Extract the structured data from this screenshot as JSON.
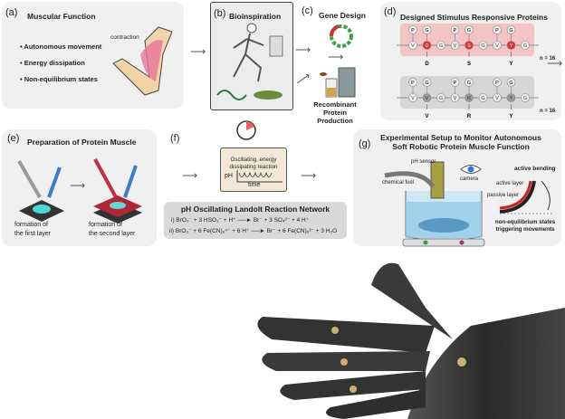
{
  "a": {
    "label": "(a)",
    "title": "Muscular Function",
    "bullets": [
      "• Autonomous movement",
      "• Energy  dissipation",
      "• Non-equilibrium states"
    ],
    "contraction": "contraction"
  },
  "b": {
    "label": "(b)",
    "title": "Bioinspiration"
  },
  "c": {
    "label": "(c)",
    "title": "Gene Design",
    "production": [
      "Recombinant",
      "Protein Production"
    ]
  },
  "d": {
    "label": "(d)",
    "title": "Designed Stimulus Responsive Proteins",
    "row1": {
      "residues": [
        "V",
        "D",
        "G",
        "V",
        "S",
        "G",
        "V",
        "Y",
        "G"
      ],
      "guests": [
        "D",
        "S",
        "Y"
      ],
      "n": "n = 16",
      "color": "#e03030"
    },
    "row2": {
      "residues": [
        "V",
        "V",
        "G",
        "V",
        "R",
        "G",
        "V",
        "Y",
        "G"
      ],
      "guests": [
        "V",
        "R",
        "Y"
      ],
      "n": "n = 16",
      "color": "#9a9a9a"
    },
    "loop": [
      "P",
      "G"
    ]
  },
  "e": {
    "label": "(e)",
    "title": "Preparation of Protein Muscle",
    "step1": [
      "formation of",
      "the first layer"
    ],
    "step2": [
      "formation of",
      "the second layer"
    ]
  },
  "f": {
    "label": "(f)",
    "reaction": [
      "Oscillating, energy",
      "dissipating reaction"
    ],
    "ph": "pH",
    "time": "time",
    "network_title": "pH Oscillating Landolt Reaction Network",
    "eq1": "i) BrO₃⁻ + 3 HSO₃⁻ + H⁺ ──► Br⁻ + 3 SO₄²⁻ + 4 H⁺",
    "eq2": "ii) BrO₃⁻ + 6 Fe(CN)₆⁴⁻ + 6 H⁺ ──► Br⁻ + 6 Fe(CN)₆³⁻ + 3 H₂O"
  },
  "g": {
    "label": "(g)",
    "title": [
      "Experimental Setup to Monitor Autonomous",
      "Soft Robotic Protein Muscle Function"
    ],
    "ph_sensor": "pH sensor",
    "camera": "camera",
    "fuel": "chemical fuel",
    "active_bending": "active bending",
    "active_layer": "active layer",
    "passive_layer": "passive layer",
    "noneq": [
      "non-equilibrium states",
      "triggering movements"
    ]
  }
}
